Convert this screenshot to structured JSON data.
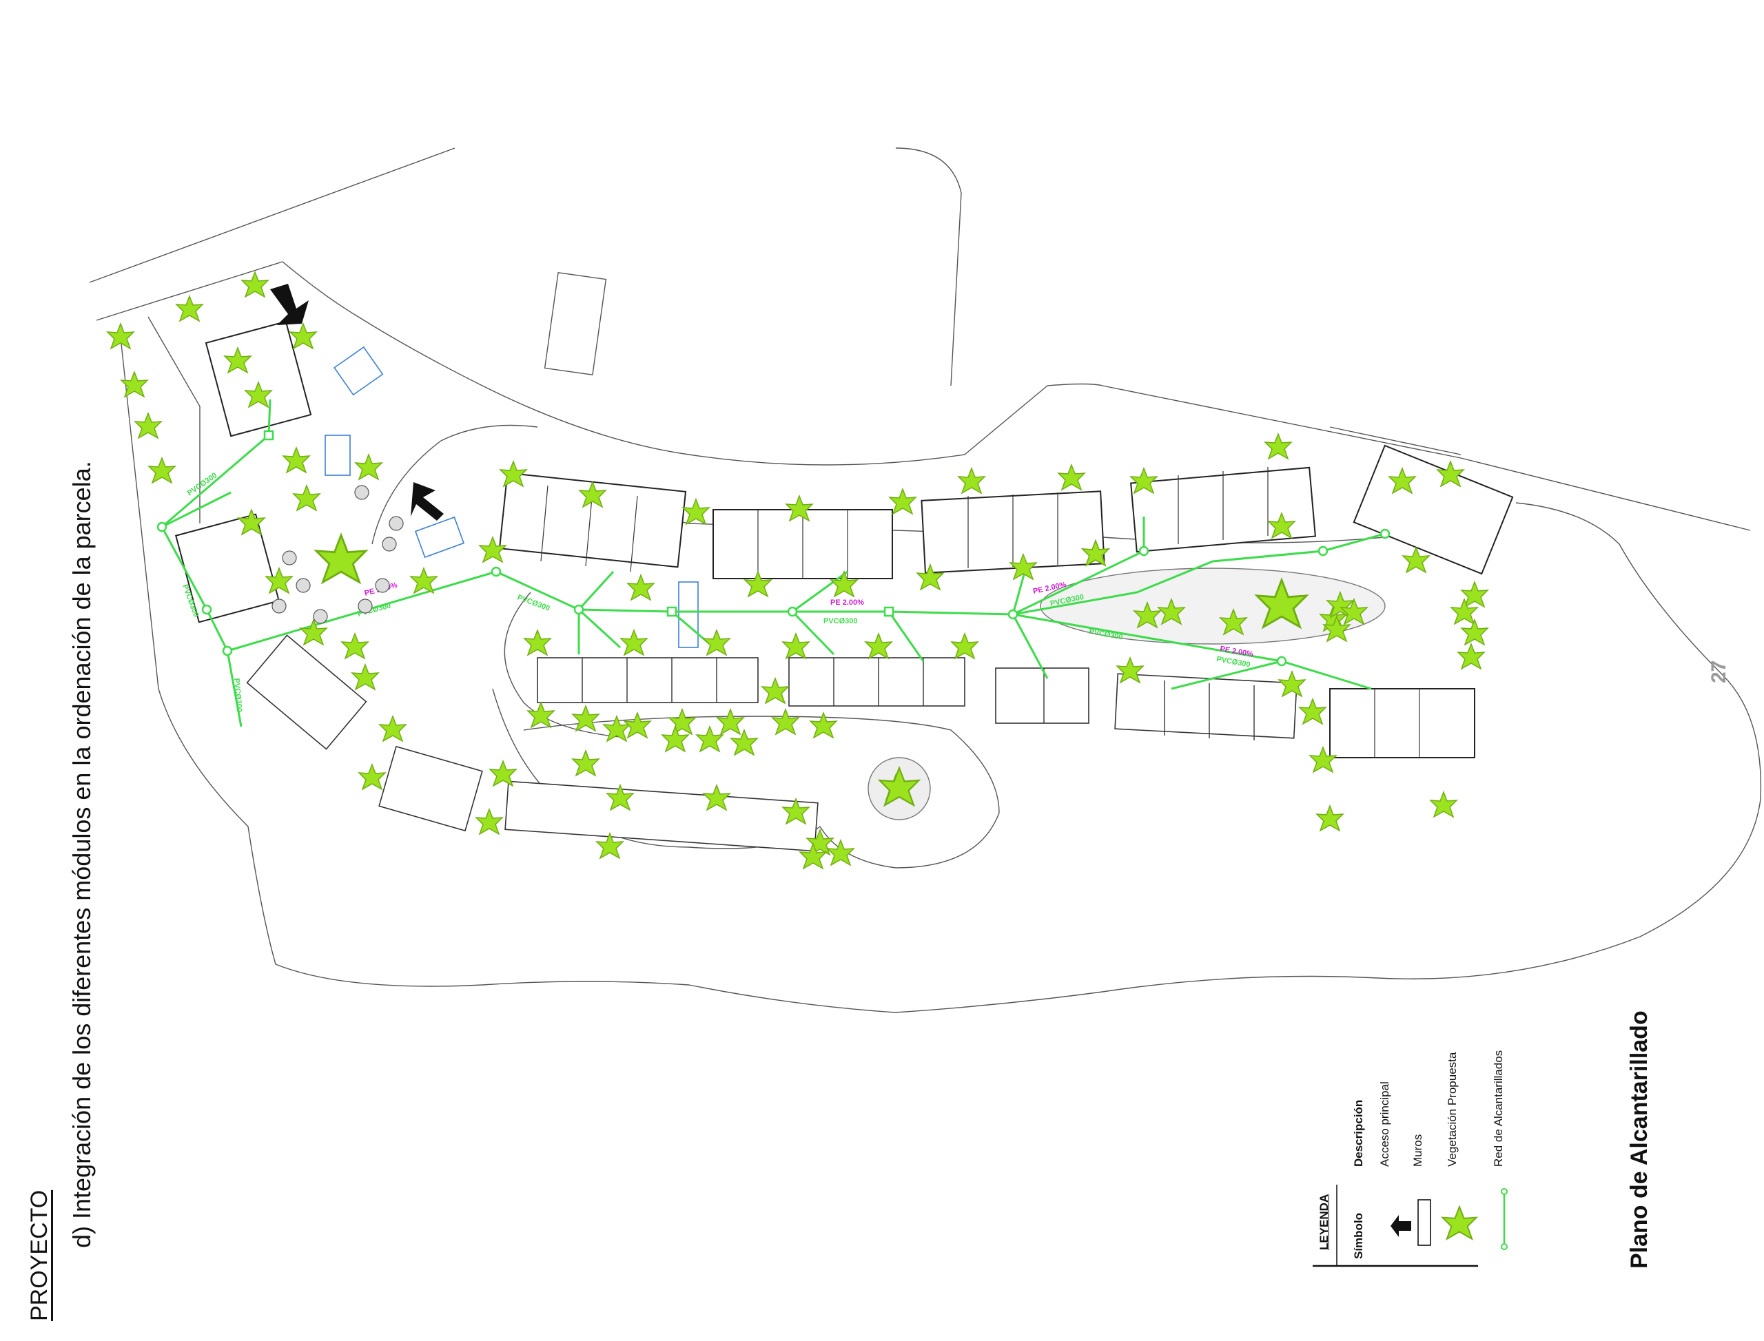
{
  "header": {
    "section_label": "PROYECTO",
    "subtitle": "d) Integración de los diferentes módulos en la ordenación de la parcela."
  },
  "plan_title": "Plano de Alcantarillado",
  "page_number": "27",
  "legend": {
    "title": "LEYENDA",
    "symbol_header": "Símbolo",
    "description_header": "Descripción",
    "items": [
      {
        "label": "Acceso principal",
        "icon": "access-arrow-icon"
      },
      {
        "label": "Muros",
        "icon": "wall-rectangle-icon"
      },
      {
        "label": "Vegetación Propuesta",
        "icon": "vegetation-star-icon"
      },
      {
        "label": "Red de Alcantarillados",
        "icon": "sewer-line-icon"
      }
    ]
  },
  "pipe_labels": {
    "pipe": "PVCØ300",
    "slope": "PE 2.00%"
  },
  "colors": {
    "vegetation": "#9be21f",
    "vegetation_dark": "#6fae12",
    "sewer": "#3ddc4a",
    "label_magenta": "#d21bd2",
    "lines": "#555555",
    "stairs": "#3a7fd5"
  }
}
